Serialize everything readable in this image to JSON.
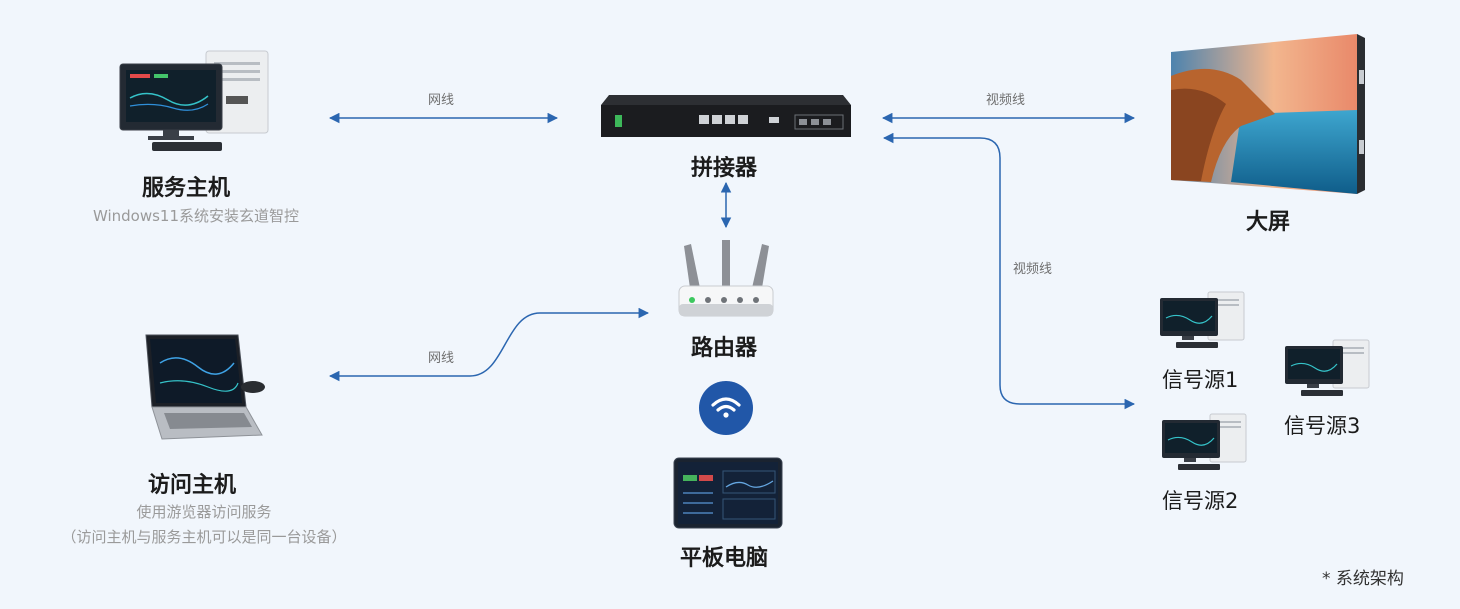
{
  "nodes": {
    "server": {
      "title": "服务主机",
      "subtitle": "Windows11系统安装玄道智控"
    },
    "switcher": {
      "title": "拼接器"
    },
    "screen": {
      "title": "大屏"
    },
    "router": {
      "title": "路由器"
    },
    "access": {
      "title": "访问主机",
      "subtitle_line1": "使用游览器访问服务",
      "subtitle_line2": "（访问主机与服务主机可以是同一台设备）"
    },
    "tablet": {
      "title": "平板电脑"
    },
    "sources": [
      "信号源1",
      "信号源2",
      "信号源3"
    ]
  },
  "edges": {
    "server_switcher": "网线",
    "switcher_screen": "视频线",
    "switcher_sources": "视频线",
    "router_access": "网线"
  },
  "caption": "* 系统架构",
  "colors": {
    "line": "#2b66b0",
    "wifi": "#2157a8",
    "background": "#f1f6fc"
  }
}
